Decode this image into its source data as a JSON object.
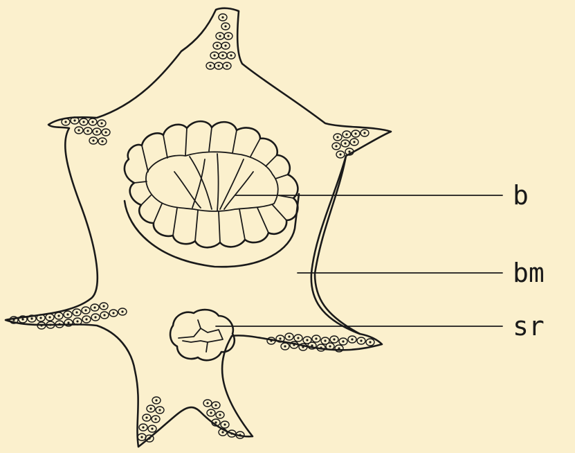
{
  "labels": {
    "b": "b",
    "bm": "bm",
    "sr": "sr"
  },
  "colors": {
    "background": "#fbf0cd",
    "ink": "#1a1a1a"
  }
}
